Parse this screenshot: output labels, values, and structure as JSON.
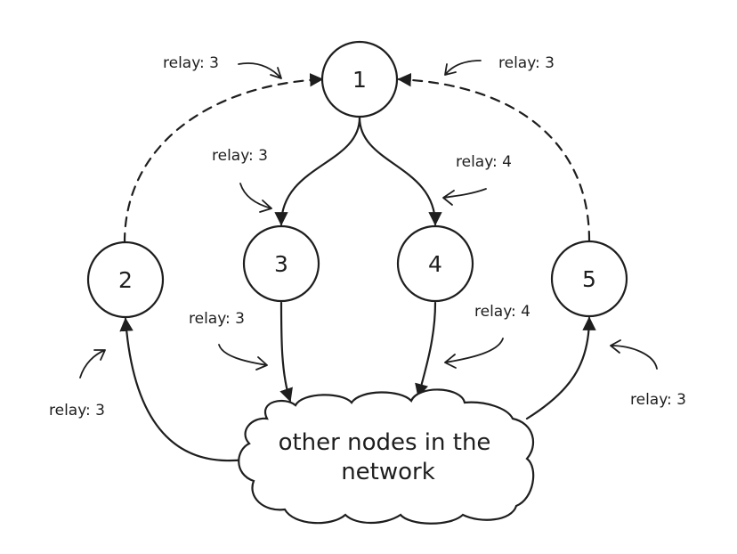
{
  "nodes": {
    "n1": "1",
    "n2": "2",
    "n3": "3",
    "n4": "4",
    "n5": "5"
  },
  "cloud": {
    "line1": "other nodes in the",
    "line2": "network"
  },
  "relays": {
    "to_1_from_2": "relay: 3",
    "to_1_from_5": "relay: 3",
    "to_3": "relay: 3",
    "to_4": "relay: 4",
    "to_cloud_from_3": "relay: 3",
    "to_cloud_from_4": "relay: 4",
    "to_2": "relay: 3",
    "to_5": "relay: 3"
  },
  "colors": {
    "stroke": "#1e1e1e",
    "background": "#ffffff"
  }
}
